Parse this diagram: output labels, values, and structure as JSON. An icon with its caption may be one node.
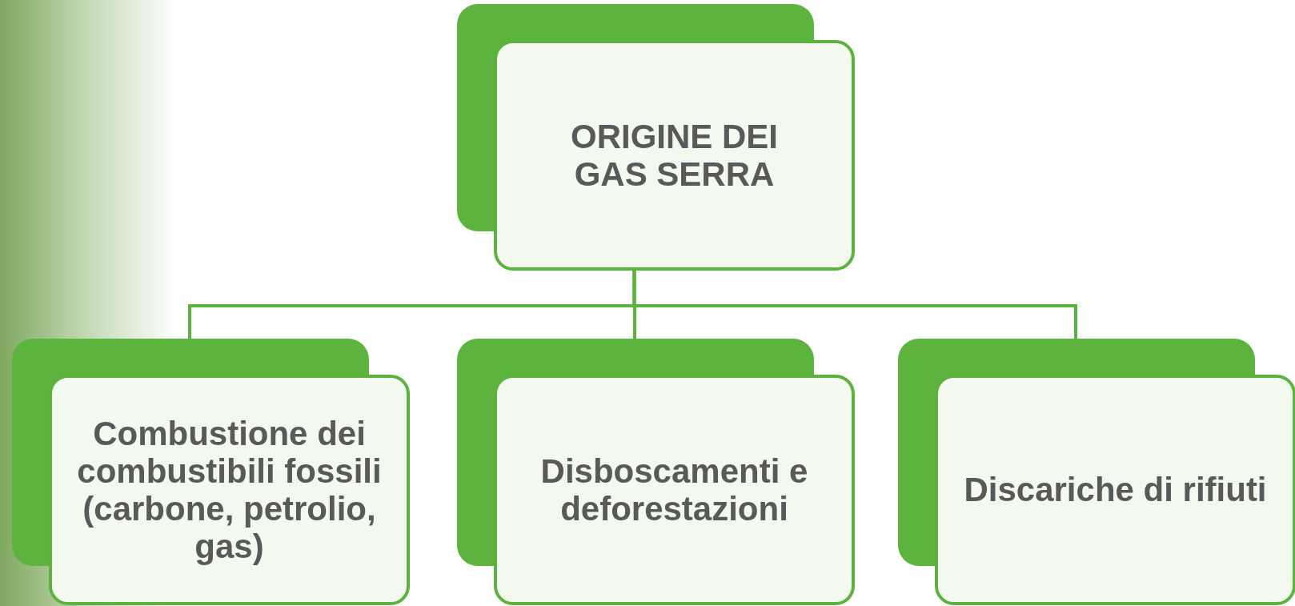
{
  "diagram": {
    "nodes": [
      {
        "text": [
          "ORIGINE DEI GAS SERRA"
        ]
      },
      {
        "text": [
          "Combustione dei combustibili fossili (carbone, petrolio, gas)"
        ]
      },
      {
        "text": [
          "Disboscamenti e deforestazioni"
        ]
      },
      {
        "text": [
          "Discariche di rifiuti"
        ]
      }
    ],
    "edges": [
      {
        "from": 0,
        "to": 1,
        "arrow": "none"
      },
      {
        "from": 0,
        "to": 2,
        "arrow": "none"
      },
      {
        "from": 0,
        "to": 3,
        "arrow": "none"
      }
    ]
  }
}
